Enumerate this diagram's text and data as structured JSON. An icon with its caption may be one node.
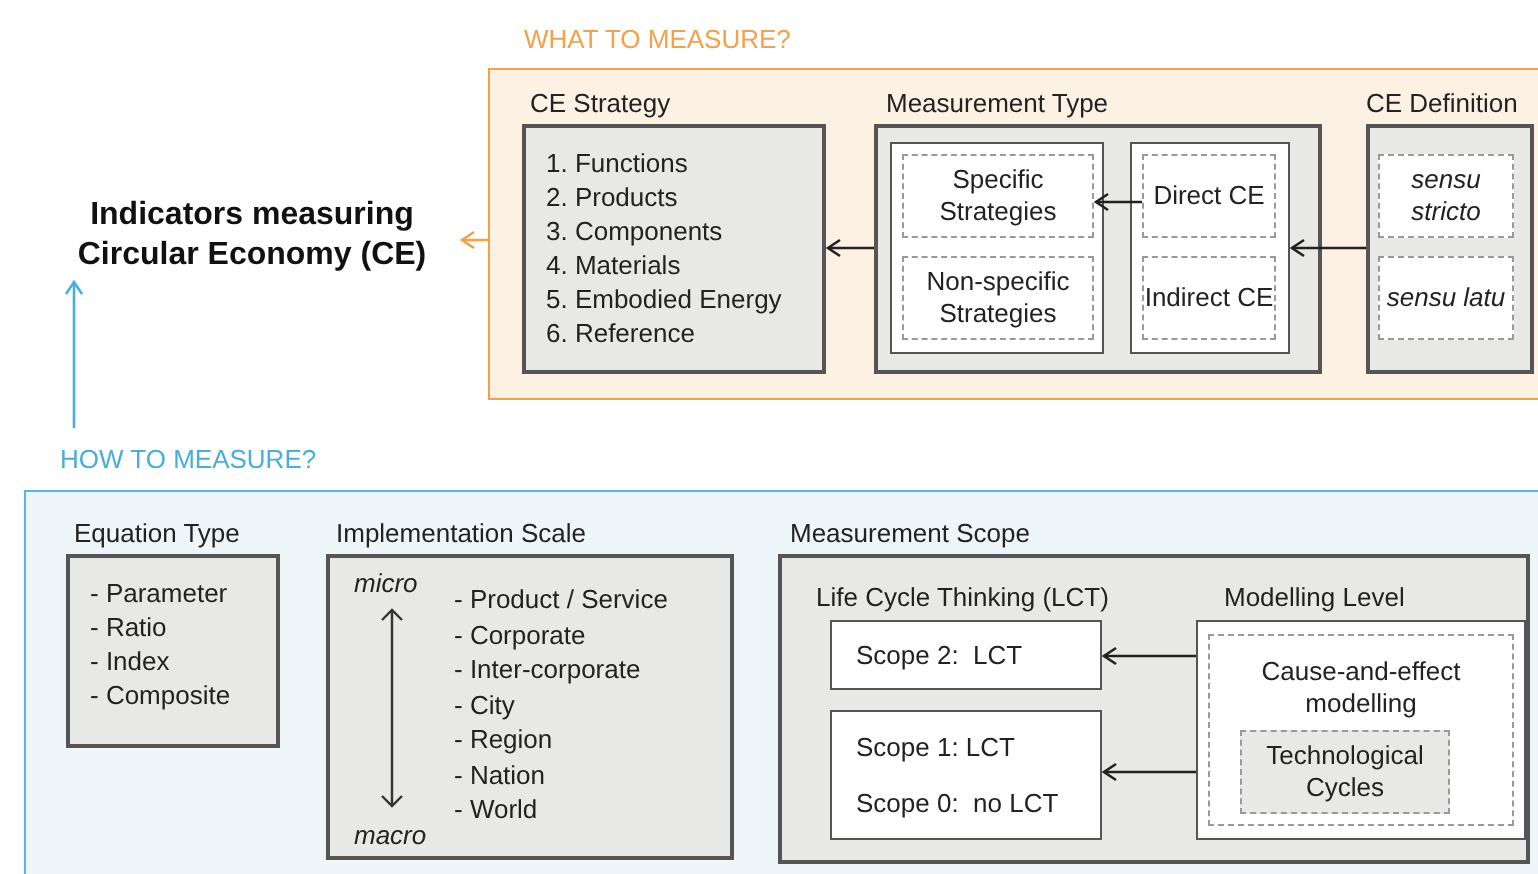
{
  "diagram": {
    "nodes": [
      {
        "text": [
          "Indicators measuring Circular Economy (CE)"
        ]
      },
      {
        "text": [
          "WHAT TO MEASURE?"
        ]
      },
      {
        "text": [
          "CE Strategy",
          "1. Functions",
          "2. Products",
          "3. Components",
          "4. Materials",
          "5. Embodied Energy",
          "6. Reference"
        ],
        "in": 1
      },
      {
        "text": [
          "Measurement Type"
        ],
        "in": 1
      },
      {
        "text": [],
        "shape": "box",
        "in": 3
      },
      {
        "text": [
          "Specific Strategies"
        ],
        "in": 4
      },
      {
        "text": [
          "Non-specific Strategies"
        ],
        "in": 4
      },
      {
        "text": [],
        "shape": "box",
        "in": 3
      },
      {
        "text": [
          "Direct CE"
        ],
        "in": 7
      },
      {
        "text": [
          "Indirect CE"
        ],
        "in": 7
      },
      {
        "text": [
          "CE Definition"
        ],
        "in": 1
      },
      {
        "text": [
          "sensu stricto"
        ],
        "in": 10
      },
      {
        "text": [
          "sensu latu"
        ],
        "in": 10
      },
      {
        "text": [
          "HOW TO MEASURE?"
        ]
      },
      {
        "text": [
          "Equation Type",
          "- Parameter",
          "- Ratio",
          "- Index",
          "- Composite"
        ],
        "in": 13
      },
      {
        "text": [
          "Implementation Scale",
          "micro",
          "- Product / Service",
          "- Corporate",
          "- Inter-corporate",
          "- City",
          "- Region",
          "- Nation",
          "- World",
          "macro"
        ],
        "in": 13
      },
      {
        "text": [
          "Measurement Scope",
          "Life Cycle Thinking (LCT)",
          "Modelling Level"
        ],
        "in": 13
      },
      {
        "text": [
          "Scope 2:  LCT"
        ],
        "in": 16
      },
      {
        "text": [
          "Scope 1: LCT",
          "Scope 0:  no LCT"
        ],
        "in": 16
      },
      {
        "text": [],
        "shape": "box",
        "in": 16
      },
      {
        "text": [
          "Cause-and-effect modelling"
        ],
        "in": 19
      },
      {
        "text": [
          "Technological Cycles"
        ],
        "in": 20
      }
    ],
    "edges": [
      {
        "from": 1,
        "to": 0,
        "arrow": "to",
        "color": "#f5a04a"
      },
      {
        "from": 13,
        "to": 0,
        "arrow": "to",
        "color": "#4aaed9"
      },
      {
        "from": 3,
        "to": 2,
        "arrow": "to"
      },
      {
        "from": 8,
        "to": 5,
        "arrow": "to"
      },
      {
        "from": 10,
        "to": 7,
        "arrow": "to"
      },
      {
        "from": 19,
        "to": 17,
        "arrow": "to"
      },
      {
        "from": 19,
        "to": 18,
        "arrow": "to"
      }
    ]
  }
}
